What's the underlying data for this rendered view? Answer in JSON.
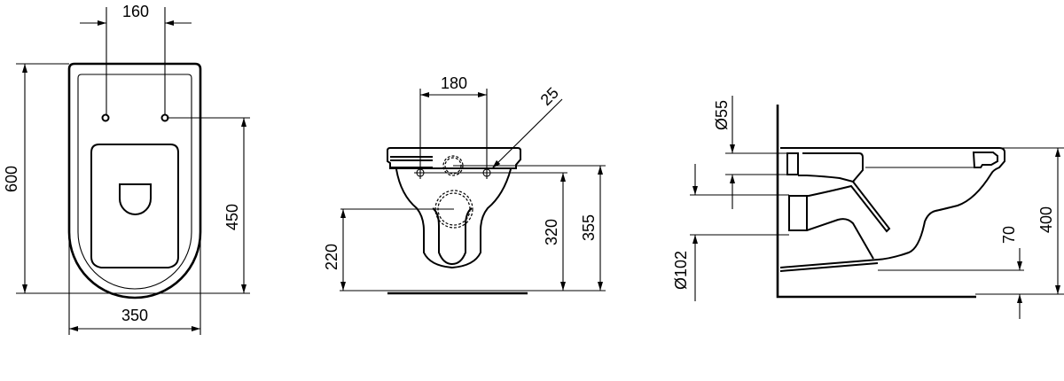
{
  "views": {
    "top_view": {
      "dimensions": {
        "fixing_spacing": "160",
        "length": "600",
        "fixing_to_front": "450",
        "width": "350"
      }
    },
    "front_view": {
      "dimensions": {
        "fixing_spacing": "180",
        "fixing_hole": "25",
        "waste_height": "220",
        "fixing_height": "320",
        "rim_height": "355"
      }
    },
    "side_view": {
      "dimensions": {
        "inlet_diameter": "Ø55",
        "outlet_diameter": "Ø102",
        "outlet_offset": "70",
        "projection_height": "400"
      }
    }
  },
  "colors": {
    "line": "#000000",
    "background": "#ffffff"
  }
}
